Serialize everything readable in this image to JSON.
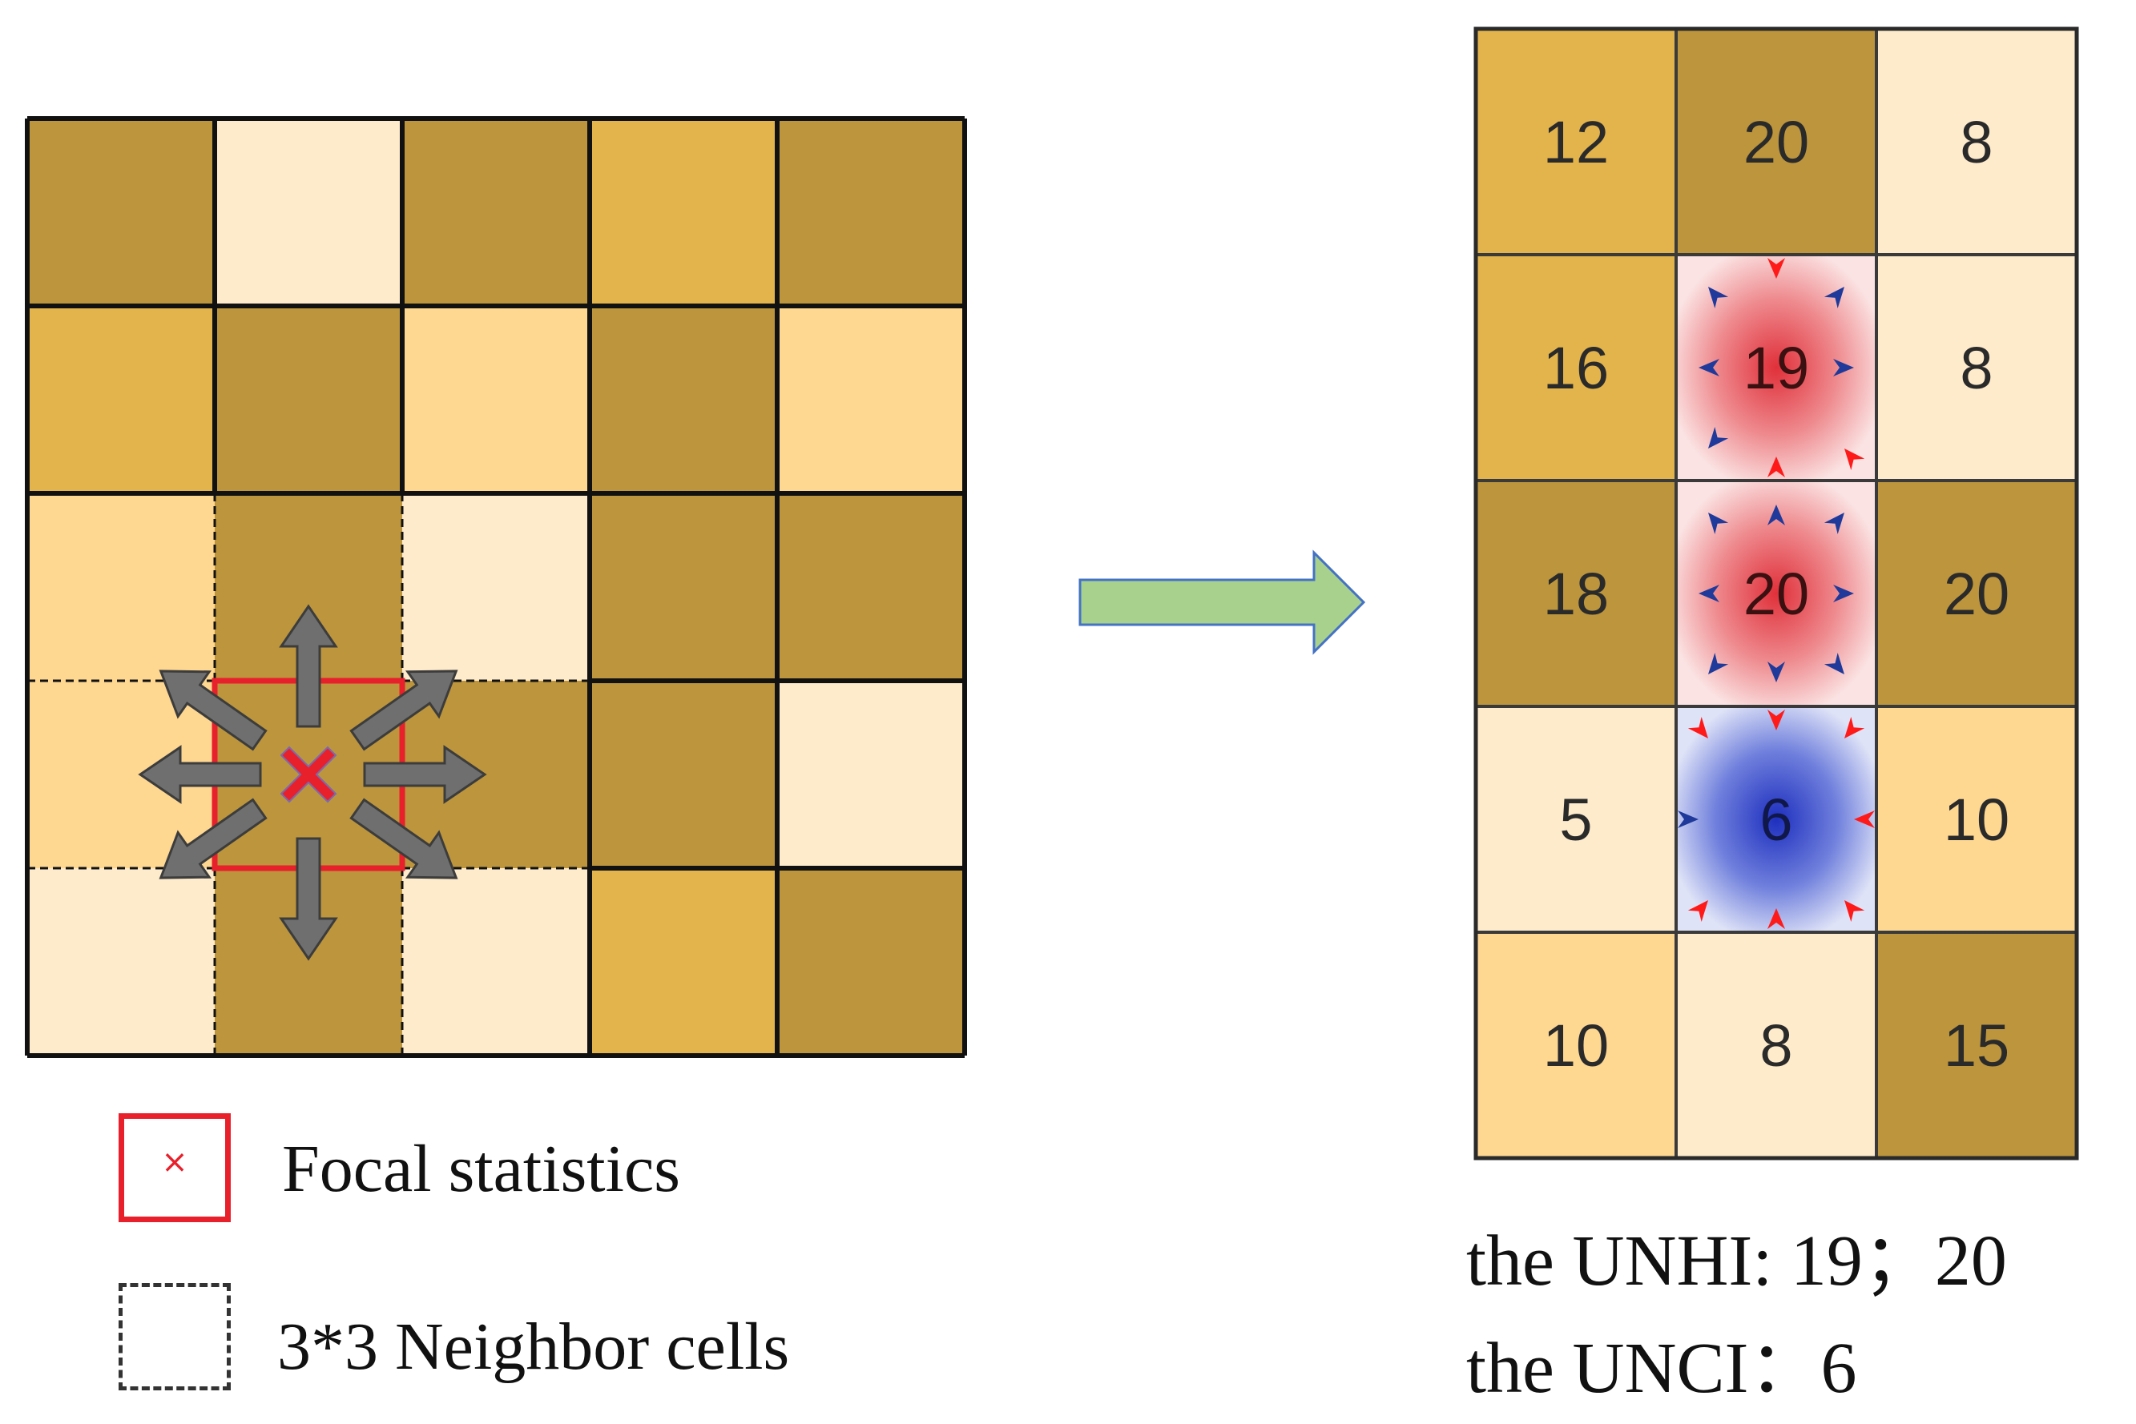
{
  "colors": {
    "dark": "#bc953c",
    "gold": "#e3b44c",
    "light": "#fed791",
    "pale": "#feebcb",
    "grid_line": "#111111",
    "focal_red": "#e8202b",
    "arrow_gray": "#6f6f6f",
    "big_arrow_fill": "#a9d18e",
    "big_arrow_stroke": "#4472c4",
    "hot_red": "#e0303a",
    "cold_blue": "#2f43c9",
    "marker_red": "#ff1a1a",
    "marker_blue": "#1f3a9a"
  },
  "left_grid": {
    "cells": [
      [
        "dark",
        "pale",
        "dark",
        "gold",
        "dark"
      ],
      [
        "gold",
        "dark",
        "light",
        "dark",
        "light"
      ],
      [
        "light",
        "dark",
        "pale",
        "dark",
        "dark"
      ],
      [
        "light",
        "dark",
        "dark",
        "dark",
        "pale"
      ],
      [
        "pale",
        "dark",
        "pale",
        "gold",
        "dark"
      ]
    ],
    "focal_cell": {
      "row": 3,
      "col": 1
    },
    "neighbor_window": {
      "rows": [
        2,
        4
      ],
      "cols": [
        0,
        2
      ]
    }
  },
  "right_grid": {
    "rows": [
      [
        {
          "value": "12",
          "color": "gold"
        },
        {
          "value": "20",
          "color": "dark"
        },
        {
          "value": "8",
          "color": "pale"
        }
      ],
      [
        {
          "value": "16",
          "color": "gold"
        },
        {
          "value": "19",
          "color": "hot"
        },
        {
          "value": "8",
          "color": "pale"
        }
      ],
      [
        {
          "value": "18",
          "color": "dark"
        },
        {
          "value": "20",
          "color": "hot"
        },
        {
          "value": "20",
          "color": "dark"
        }
      ],
      [
        {
          "value": "5",
          "color": "pale"
        },
        {
          "value": "6",
          "color": "cold"
        },
        {
          "value": "10",
          "color": "light"
        }
      ],
      [
        {
          "value": "10",
          "color": "light"
        },
        {
          "value": "8",
          "color": "pale"
        },
        {
          "value": "15",
          "color": "dark"
        }
      ]
    ]
  },
  "legend": {
    "focal_label": "Focal statistics",
    "focal_icon": "×",
    "neighbor_label": "3*3 Neighbor cells"
  },
  "caption": {
    "unhi": "the UNHI: 19；20",
    "unci": "the UNCI：6"
  }
}
